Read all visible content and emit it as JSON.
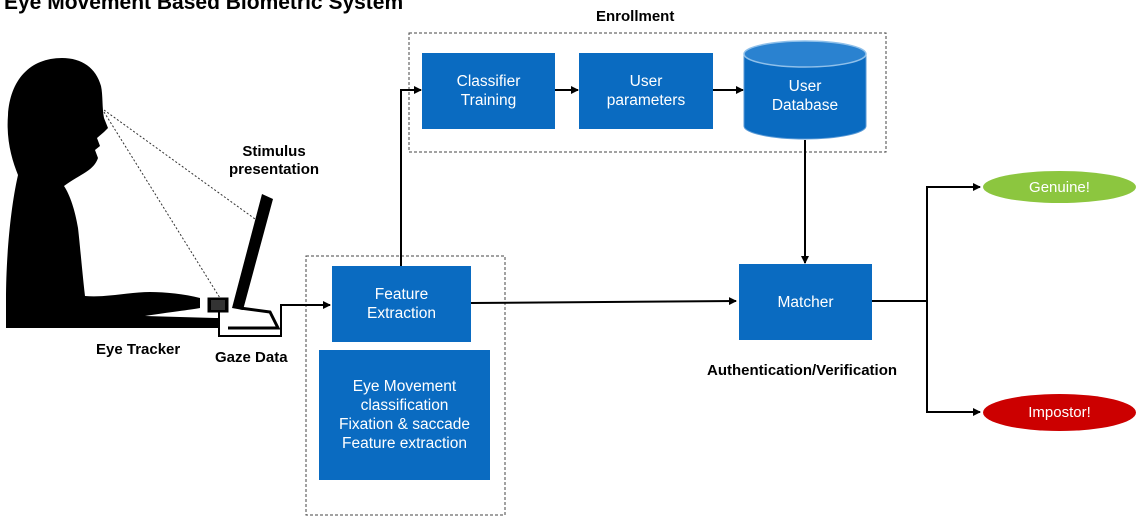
{
  "title": "Eye Movement Based Biometric System",
  "labels": {
    "enrollment": "Enrollment",
    "stimulus": "Stimulus\npresentation",
    "eye_tracker": "Eye Tracker",
    "gaze_data": "Gaze Data",
    "auth": "Authentication/Verification"
  },
  "boxes": {
    "classifier_training": "Classifier\nTraining",
    "user_parameters": "User\nparameters",
    "user_database": "User\nDatabase",
    "feature_extraction": "Feature\nExtraction",
    "eye_movement": "Eye Movement\nclassification\nFixation & saccade\nFeature extraction",
    "matcher": "Matcher"
  },
  "outcomes": {
    "genuine": "Genuine!",
    "impostor": "Impostor!"
  },
  "colors": {
    "box_blue": "#0a6bc1",
    "genuine_green": "#8cc63f",
    "impostor_red": "#cc0000"
  }
}
